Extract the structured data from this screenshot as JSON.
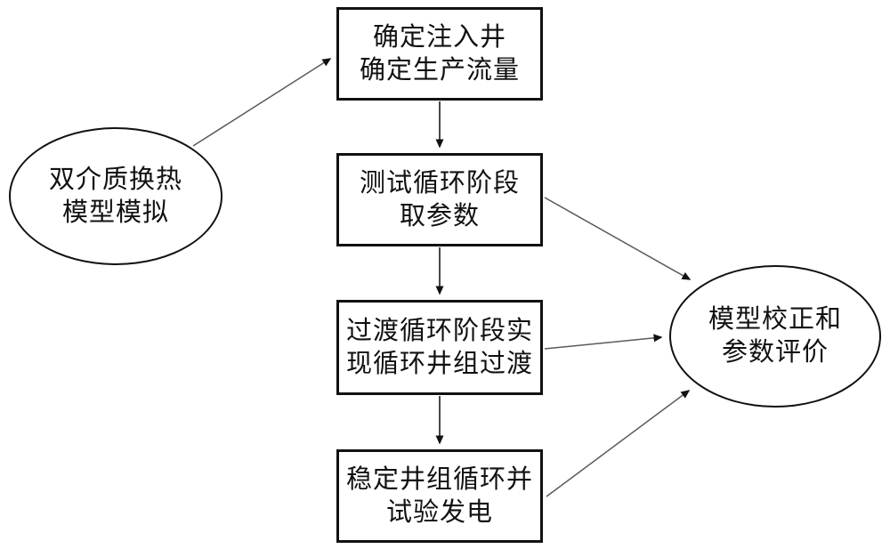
{
  "diagram": {
    "title": "geothermal well-group cycling test flow chart",
    "colors": {
      "background": "#ffffff",
      "node_border": "#111111",
      "text": "#111111",
      "arrow_diagonal": "#5a5a5a",
      "arrow_vertical": "#1a1a1a",
      "arrowhead": "#111111"
    },
    "nodes": {
      "left_ellipse": {
        "shape": "ellipse",
        "line1": "双介质换热",
        "line2": "模型模拟"
      },
      "box1": {
        "shape": "rect",
        "line1": "确定注入井",
        "line2": "确定生产流量"
      },
      "box2": {
        "shape": "rect",
        "line1": "测试循环阶段",
        "line2": "取参数"
      },
      "box3": {
        "shape": "rect",
        "line1": "过渡循环阶段实",
        "line2": "现循环井组过渡"
      },
      "box4": {
        "shape": "rect",
        "line1": "稳定井组循环并",
        "line2": "试验发电"
      },
      "right_ellipse": {
        "shape": "ellipse",
        "line1": "模型校正和",
        "line2": "参数评价"
      }
    },
    "edges": [
      {
        "from": "left_ellipse",
        "to": "box1"
      },
      {
        "from": "box1",
        "to": "box2"
      },
      {
        "from": "box2",
        "to": "box3"
      },
      {
        "from": "box3",
        "to": "box4"
      },
      {
        "from": "box2",
        "to": "right_ellipse"
      },
      {
        "from": "box3",
        "to": "right_ellipse"
      },
      {
        "from": "box4",
        "to": "right_ellipse"
      }
    ]
  }
}
